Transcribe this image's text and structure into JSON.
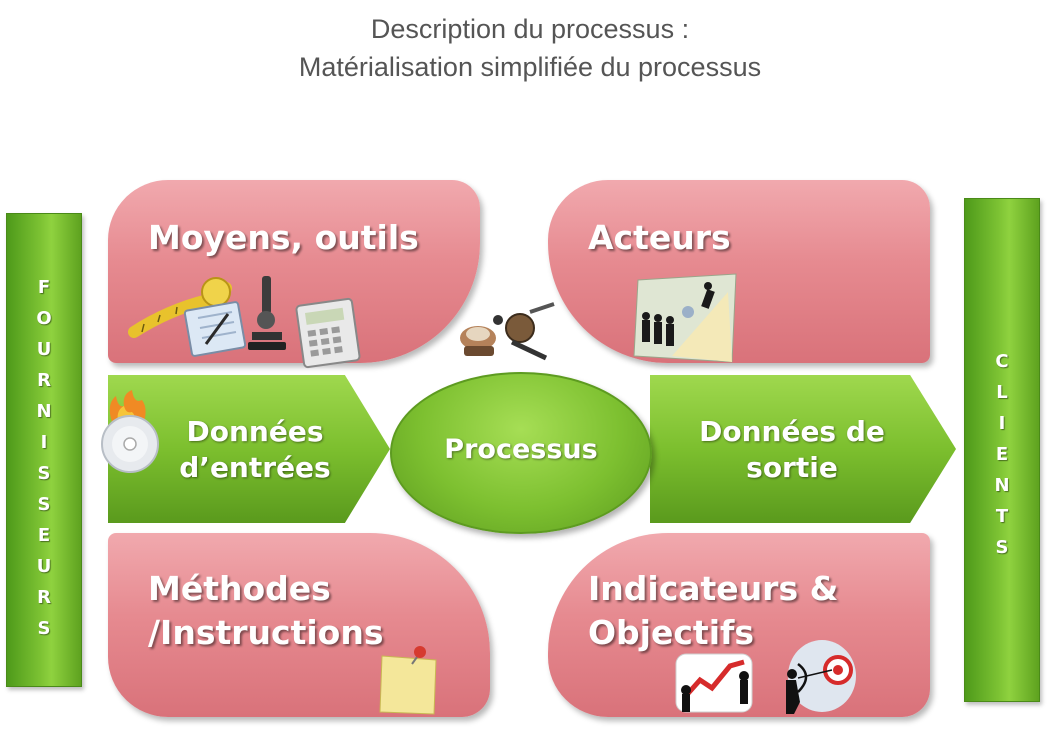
{
  "title": {
    "line1": "Description du processus :",
    "line2": "Matérialisation simplifiée du processus"
  },
  "suppliers_bar": {
    "letters": [
      "F",
      "O",
      "U",
      "R",
      "N",
      "I",
      "S",
      "S",
      "E",
      "U",
      "R",
      "S"
    ]
  },
  "clients_bar": {
    "letters": [
      "C",
      "L",
      "I",
      "E",
      "N",
      "T",
      "S"
    ]
  },
  "boxes": {
    "moyens": "Moyens, outils",
    "acteurs": "Acteurs",
    "methodes": "Méthodes\n/Instructions",
    "indicateurs": "Indicateurs &\nObjectifs"
  },
  "flow": {
    "input": "Données\nd’entrées",
    "process": "Processus",
    "output": "Données de\nsortie"
  },
  "icons": {
    "tools": [
      "tape-measure-icon",
      "notepad-icon",
      "microscope-icon",
      "calculator-icon"
    ],
    "actors": "business-people-icon",
    "center": "tools-cluster-icon",
    "input": "burning-cd-icon",
    "methods": "sticky-note-icon",
    "indicators": [
      "growth-chart-icon",
      "archer-target-icon"
    ]
  },
  "colors": {
    "pink_box": "#e68a90",
    "green_shape": "#7cbf2e",
    "title_text": "#555555"
  }
}
